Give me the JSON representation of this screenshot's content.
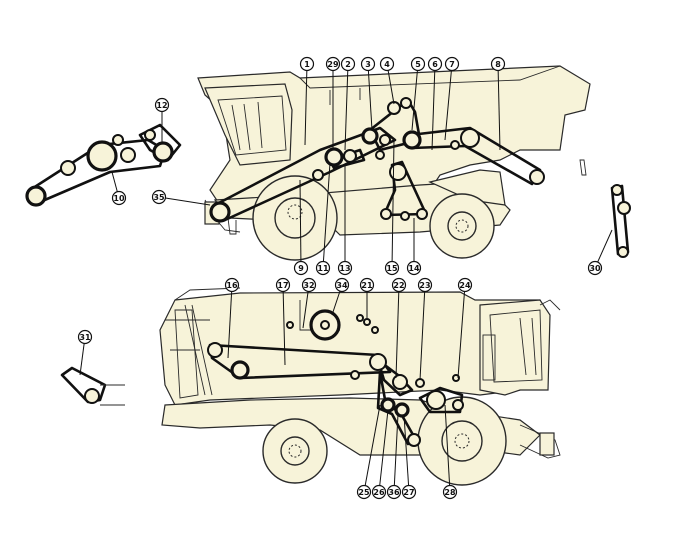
{
  "callouts": [
    {
      "id": "c1",
      "label": "1"
    },
    {
      "id": "c29",
      "label": "29"
    },
    {
      "id": "c2",
      "label": "2"
    },
    {
      "id": "c3",
      "label": "3"
    },
    {
      "id": "c4",
      "label": "4"
    },
    {
      "id": "c5",
      "label": "5"
    },
    {
      "id": "c6",
      "label": "6"
    },
    {
      "id": "c7",
      "label": "7"
    },
    {
      "id": "c8",
      "label": "8"
    },
    {
      "id": "c12",
      "label": "12"
    },
    {
      "id": "c10",
      "label": "10"
    },
    {
      "id": "c35",
      "label": "35"
    },
    {
      "id": "c9",
      "label": "9"
    },
    {
      "id": "c11",
      "label": "11"
    },
    {
      "id": "c13",
      "label": "13"
    },
    {
      "id": "c15",
      "label": "15"
    },
    {
      "id": "c14",
      "label": "14"
    },
    {
      "id": "c30",
      "label": "30"
    },
    {
      "id": "c16",
      "label": "16"
    },
    {
      "id": "c17",
      "label": "17"
    },
    {
      "id": "c32",
      "label": "32"
    },
    {
      "id": "c34",
      "label": "34"
    },
    {
      "id": "c21",
      "label": "21"
    },
    {
      "id": "c22",
      "label": "22"
    },
    {
      "id": "c23",
      "label": "23"
    },
    {
      "id": "c24",
      "label": "24"
    },
    {
      "id": "c31",
      "label": "31"
    },
    {
      "id": "c25",
      "label": "25"
    },
    {
      "id": "c26",
      "label": "26"
    },
    {
      "id": "c36",
      "label": "36"
    },
    {
      "id": "c27",
      "label": "27"
    },
    {
      "id": "c28",
      "label": "28"
    }
  ]
}
